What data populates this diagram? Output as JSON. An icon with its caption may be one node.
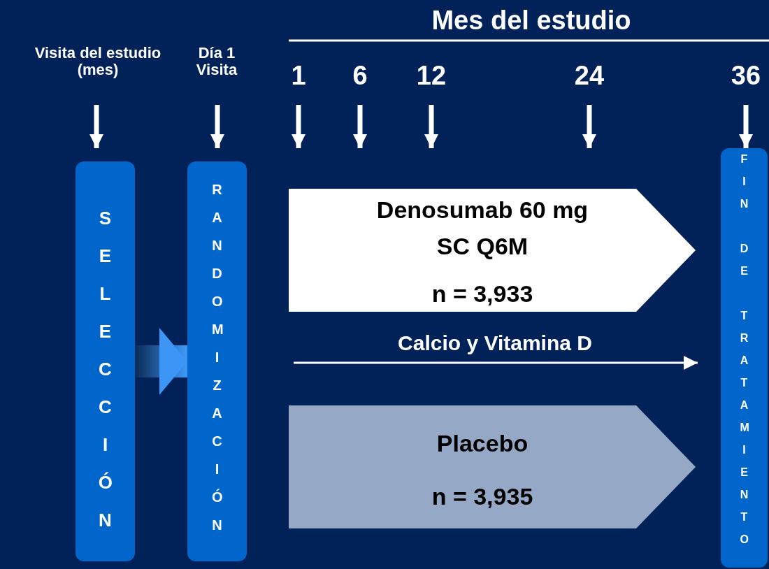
{
  "diagram": {
    "title": "Mes del estudio",
    "nodes": [
      {
        "text": [
          "Visita del estudio (mes)"
        ]
      },
      {
        "text": [
          "Día 1 Visita"
        ]
      },
      {
        "text": [
          "1"
        ]
      },
      {
        "text": [
          "6"
        ]
      },
      {
        "text": [
          "12"
        ]
      },
      {
        "text": [
          "24"
        ]
      },
      {
        "text": [
          "36"
        ]
      },
      {
        "text": [
          "SELECCIÓN"
        ]
      },
      {
        "text": [
          "RANDOMIZACIÓN"
        ]
      },
      {
        "text": [
          "Denosumab 60 mg SC Q6M",
          "n = 3,933"
        ]
      },
      {
        "text": [
          "Placebo",
          "n = 3,935"
        ]
      },
      {
        "text": [
          "FIN DE TRATAMIENTO"
        ]
      }
    ],
    "edges": [
      {
        "from": 0,
        "to": 7,
        "arrow": "to"
      },
      {
        "from": 1,
        "to": 8,
        "arrow": "to"
      },
      {
        "from": 2,
        "to": null,
        "arrow": "to"
      },
      {
        "from": 3,
        "to": null,
        "arrow": "to"
      },
      {
        "from": 4,
        "to": null,
        "arrow": "to"
      },
      {
        "from": 5,
        "to": null,
        "arrow": "to"
      },
      {
        "from": 6,
        "to": 11,
        "arrow": "to"
      },
      {
        "from": 7,
        "to": 8,
        "arrow": "to",
        "style": "thick"
      }
    ],
    "labels": [
      "Calcio y Vitamina D"
    ]
  }
}
